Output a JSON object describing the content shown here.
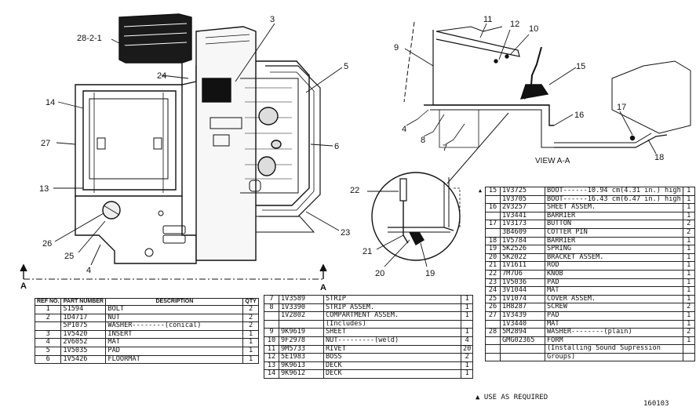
{
  "callouts": [
    {
      "id": "c1",
      "text": "28-2-1"
    },
    {
      "id": "c2",
      "text": "3"
    },
    {
      "id": "c3",
      "text": "24"
    },
    {
      "id": "c4",
      "text": "5"
    },
    {
      "id": "c5",
      "text": "14"
    },
    {
      "id": "c6",
      "text": "27"
    },
    {
      "id": "c7",
      "text": "6"
    },
    {
      "id": "c8",
      "text": "13"
    },
    {
      "id": "c9",
      "text": "26"
    },
    {
      "id": "c10",
      "text": "25"
    },
    {
      "id": "c11",
      "text": "4"
    },
    {
      "id": "c12",
      "text": "23"
    },
    {
      "id": "c13",
      "text": "9"
    },
    {
      "id": "c14",
      "text": "11"
    },
    {
      "id": "c15",
      "text": "12"
    },
    {
      "id": "c16",
      "text": "10"
    },
    {
      "id": "c17",
      "text": "15"
    },
    {
      "id": "c18",
      "text": "4"
    },
    {
      "id": "c19",
      "text": "8"
    },
    {
      "id": "c20",
      "text": "7"
    },
    {
      "id": "c21",
      "text": "16"
    },
    {
      "id": "c22",
      "text": "17"
    },
    {
      "id": "c23",
      "text": "18"
    },
    {
      "id": "c24",
      "text": "22"
    },
    {
      "id": "c25",
      "text": "21"
    },
    {
      "id": "c26",
      "text": "20"
    },
    {
      "id": "c27",
      "text": "19"
    },
    {
      "id": "c28",
      "text": "A"
    },
    {
      "id": "c29",
      "text": "A"
    }
  ],
  "view_label": "VIEW A-A",
  "table1": {
    "headers": [
      "REF NO.",
      "PART NUMBER",
      "DESCRIPTION",
      "QTY"
    ],
    "rows": [
      {
        "no": "1",
        "part": "S1594",
        "desc": "BOLT",
        "qty": "2"
      },
      {
        "no": "2",
        "part": "1D4717",
        "desc": "NUT",
        "qty": "2"
      },
      {
        "no": "",
        "part": "5P1075",
        "desc": "WASHER--------(conical)",
        "qty": "2"
      },
      {
        "no": "3",
        "part": "1V5420",
        "desc": "INSERT",
        "qty": "1"
      },
      {
        "no": "4",
        "part": "2V6052",
        "desc": "MAT",
        "qty": "1"
      },
      {
        "no": "5",
        "part": "1V5035",
        "desc": "PAD",
        "qty": "1"
      },
      {
        "no": "6",
        "part": "1V5426",
        "desc": "FLOORMAT",
        "qty": "1"
      }
    ]
  },
  "table2": {
    "rows": [
      {
        "no": "7",
        "part": "1V3589",
        "desc": "STRIP",
        "qty": "1"
      },
      {
        "no": "8",
        "part": "1V3390",
        "desc": "STRIP ASSEM.",
        "qty": "1"
      },
      {
        "no": "",
        "part": "1V2802",
        "desc": "COMPARTMENT ASSEM.",
        "qty": "1"
      },
      {
        "no": "",
        "part": "",
        "desc": "(Includes)",
        "qty": ""
      },
      {
        "no": "9",
        "part": "9K9619",
        "desc": "SHEET",
        "qty": "1"
      },
      {
        "no": "10",
        "part": "9F2978",
        "desc": "NUT---------(weld)",
        "qty": "4"
      },
      {
        "no": "11",
        "part": "9M5733",
        "desc": "RIVET",
        "qty": "20"
      },
      {
        "no": "12",
        "part": "5E1983",
        "desc": "BOSS",
        "qty": "2"
      },
      {
        "no": "13",
        "part": "9K9613",
        "desc": "DECK",
        "qty": "1"
      },
      {
        "no": "14",
        "part": "9K9612",
        "desc": "DECK",
        "qty": "1"
      }
    ]
  },
  "table3": {
    "rows": [
      {
        "mark": "▲",
        "no": "15",
        "part": "1V3725",
        "desc": "BOOT------10.94 cm(4.31 in.) high",
        "qty": "1"
      },
      {
        "mark": "",
        "no": "",
        "part": "1V3705",
        "desc": "BOOT------16.43 cm(6.47 in.) high",
        "qty": "1"
      },
      {
        "mark": "",
        "no": "16",
        "part": "2V3257",
        "desc": "SHEET ASSEM.",
        "qty": "1"
      },
      {
        "mark": "",
        "no": "",
        "part": "1V3441",
        "desc": "BARRIER",
        "qty": "1"
      },
      {
        "mark": "",
        "no": "17",
        "part": "1V3173",
        "desc": "BUTTON",
        "qty": "2"
      },
      {
        "mark": "",
        "no": "",
        "part": "3B4609",
        "desc": "COTTER PIN",
        "qty": "2"
      },
      {
        "mark": "",
        "no": "18",
        "part": "1V5784",
        "desc": "BARRIER",
        "qty": "1"
      },
      {
        "mark": "",
        "no": "19",
        "part": "5K2526",
        "desc": "SPRING",
        "qty": "1"
      },
      {
        "mark": "",
        "no": "20",
        "part": "5K2022",
        "desc": "BRACKET ASSEM.",
        "qty": "1"
      },
      {
        "mark": "",
        "no": "21",
        "part": "1V1611",
        "desc": "ROD",
        "qty": "1"
      },
      {
        "mark": "",
        "no": "22",
        "part": "7M7U6",
        "desc": "KNOB",
        "qty": "1"
      },
      {
        "mark": "",
        "no": "23",
        "part": "1V5036",
        "desc": "PAD",
        "qty": "1"
      },
      {
        "mark": "",
        "no": "24",
        "part": "3V1044",
        "desc": "MAT",
        "qty": "1"
      },
      {
        "mark": "",
        "no": "25",
        "part": "1V1074",
        "desc": "COVER ASSEM.",
        "qty": "1"
      },
      {
        "mark": "",
        "no": "26",
        "part": "1H8287",
        "desc": "SCREW",
        "qty": "2"
      },
      {
        "mark": "",
        "no": "27",
        "part": "1V3439",
        "desc": "PAD",
        "qty": "1"
      },
      {
        "mark": "",
        "no": "",
        "part": "1V3440",
        "desc": "MAT",
        "qty": "1"
      },
      {
        "mark": "",
        "no": "28",
        "part": "5M2894",
        "desc": "WASHER--------(plain)",
        "qty": "2"
      },
      {
        "mark": "",
        "no": "",
        "part": "GMG02365",
        "desc": "FORM",
        "qty": "1"
      },
      {
        "mark": "",
        "no": "",
        "part": "",
        "desc": "(Installing Sound Supression",
        "qty": ""
      },
      {
        "mark": "",
        "no": "",
        "part": "",
        "desc": "Groups)",
        "qty": ""
      }
    ]
  },
  "footnote": "▲ USE AS REQUIRED",
  "drawing_ref": "160103"
}
